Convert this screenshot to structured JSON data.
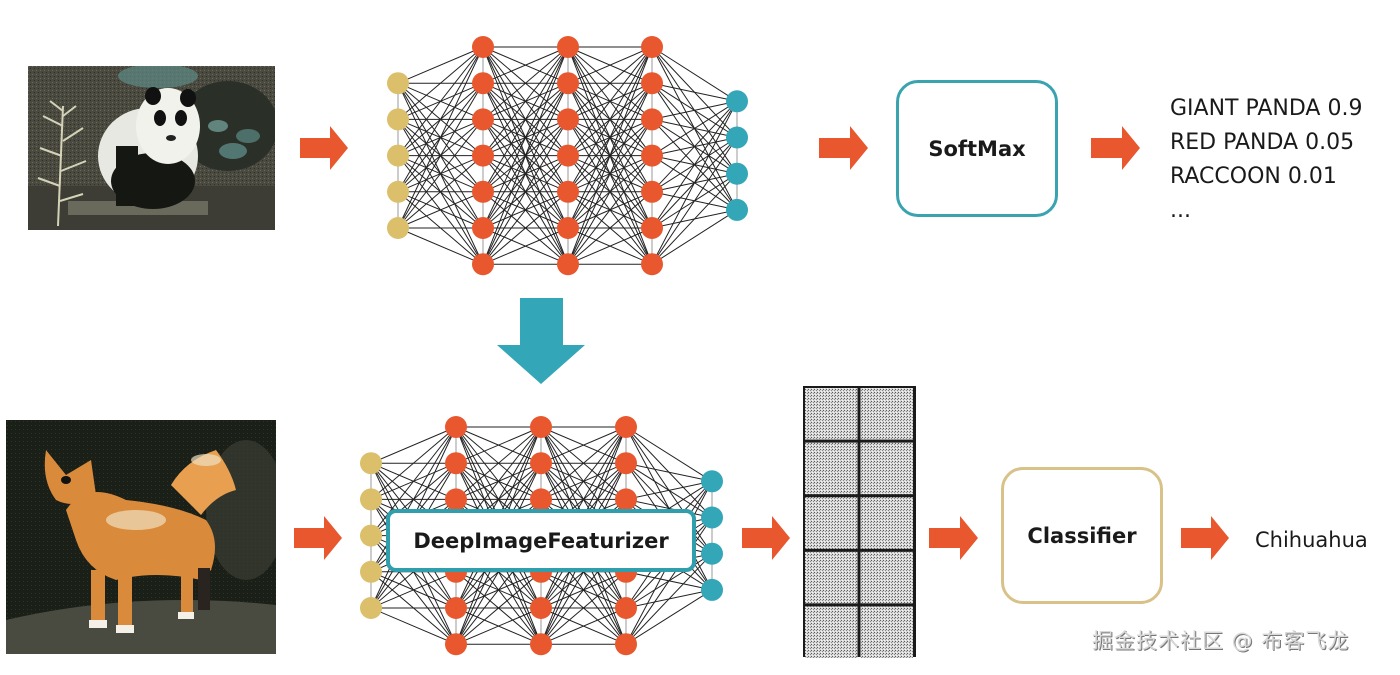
{
  "diagram": {
    "title": "Transfer learning: DeepImageFeaturizer pipeline",
    "colors": {
      "arrow": "#e8572e",
      "input_node": "#dcbf6a",
      "hidden_node": "#e8572e",
      "output_node": "#33a6b8",
      "edge": "#222222",
      "softmax_border": "#3aa3b0",
      "classifier_border": "#d9c28a",
      "down_arrow": "#33a6b8"
    },
    "top_row": {
      "input_image": "giant-panda-photo",
      "network": {
        "layers": [
          5,
          7,
          7,
          7,
          4
        ]
      },
      "softmax_label": "SoftMax",
      "predictions": [
        {
          "label": "GIANT PANDA",
          "score": "0.9"
        },
        {
          "label": "RED PANDA",
          "score": "0.05"
        },
        {
          "label": "RACCOON",
          "score": "0.01"
        }
      ],
      "ellipsis": "..."
    },
    "bottom_row": {
      "input_image": "chihuahua-photo",
      "network": {
        "layers": [
          5,
          7,
          7,
          7,
          4
        ]
      },
      "featurizer_label": "DeepImageFeaturizer",
      "feature_maps": "feature-map-grid",
      "feature_grid": {
        "rows": 5,
        "cols": 2
      },
      "classifier_label": "Classifier",
      "output_label": "Chihuahua"
    },
    "watermark": "掘金技术社区 @ 布客飞龙"
  }
}
